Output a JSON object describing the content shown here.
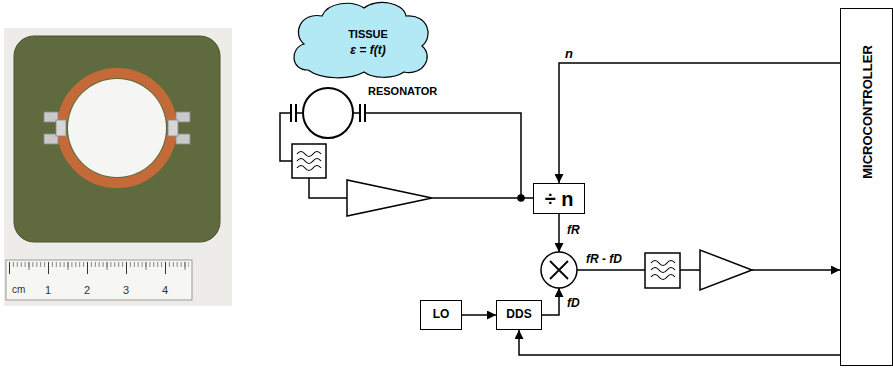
{
  "diagram": {
    "nodes": [
      {
        "text": [
          "TISSUE",
          "ε = f(t)"
        ]
      },
      {
        "text": [
          "RESONATOR"
        ]
      },
      {
        "text": [
          "÷ n"
        ]
      },
      {
        "text": [
          "LO"
        ]
      },
      {
        "text": [
          "DDS"
        ]
      },
      {
        "text": [
          "MICROCONTROLLER"
        ]
      }
    ],
    "edges": [
      {
        "from": 5,
        "to": 2,
        "arrow": "to",
        "label": "n"
      },
      {
        "from": 3,
        "to": 4,
        "arrow": "to"
      },
      {
        "from": 5,
        "to": 4,
        "arrow": "to"
      }
    ],
    "labels": [
      "fR",
      "fD",
      "fR - fD",
      "cm",
      "1",
      "2",
      "3",
      "4"
    ]
  }
}
